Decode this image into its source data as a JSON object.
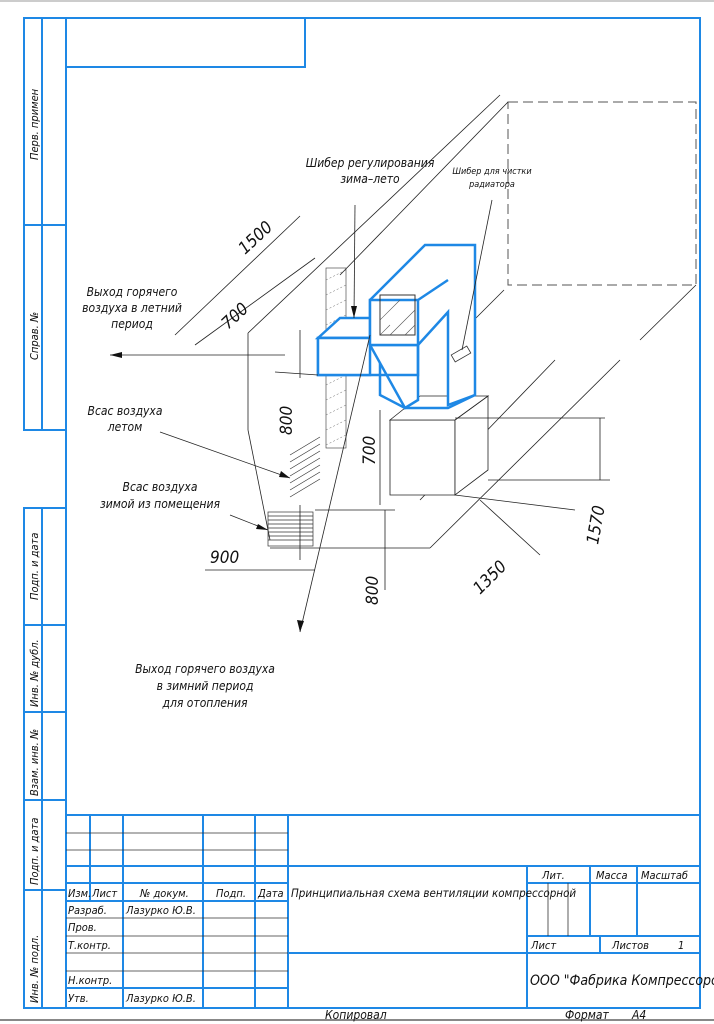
{
  "sidebar": {
    "labels": [
      "Перв. примен",
      "Справ. №",
      "Подп. и дата",
      "Инв. № дубл.",
      "Взам. инв. №",
      "Подп. и дата",
      "Инв. № подл."
    ]
  },
  "drawing": {
    "labels": {
      "damper_winter_summer": [
        "Шибер регулирования",
        "зима–лето"
      ],
      "damper_radiator": [
        "Шибер для чистки",
        "радиатора"
      ],
      "hot_air_summer": [
        "Выход горячего",
        "воздуха в летний",
        "период"
      ],
      "intake_summer": [
        "Всас воздуха",
        "летом"
      ],
      "intake_winter": [
        "Всас воздуха",
        "зимой из помещения"
      ],
      "hot_air_winter": [
        "Выход горячего воздуха",
        "в зимний период",
        "для отопления"
      ]
    },
    "dimensions": [
      "1500",
      "700",
      "800",
      "700",
      "900",
      "800",
      "1350",
      "1570"
    ]
  },
  "title_block": {
    "headers": [
      "Изм.",
      "Лист",
      "№ докум.",
      "Подп.",
      "Дата"
    ],
    "roles": [
      "Разраб.",
      "Пров.",
      "Т.контр.",
      "",
      "Н.контр.",
      "Утв."
    ],
    "developer": "Лазурко Ю.В.",
    "approver": "Лазурко Ю.В.",
    "title": "Принципиальная схема вентиляции компрессорной",
    "lit": "Лит.",
    "mass": "Масса",
    "scale": "Масштаб",
    "sheet": "Лист",
    "sheets": "Листов",
    "sheets_count": "1",
    "company": "ООО \"Фабрика Компрессоров\""
  },
  "footer": {
    "copied": "Копировал",
    "format_label": "Формат",
    "format": "А4"
  }
}
